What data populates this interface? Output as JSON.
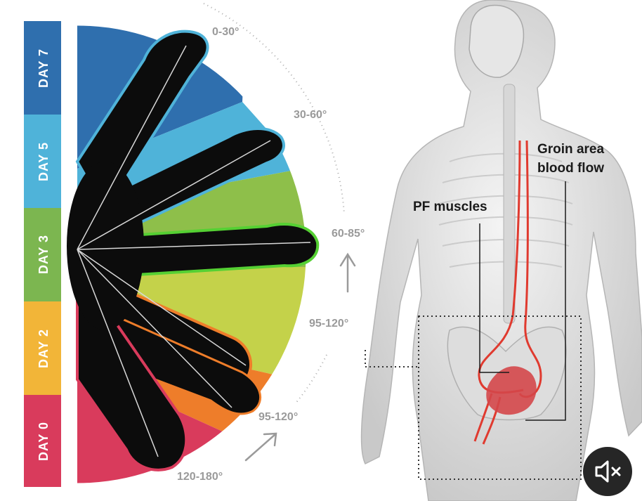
{
  "timeline": {
    "days": [
      {
        "label": "DAY 7",
        "color": "#2f6fae"
      },
      {
        "label": "DAY 5",
        "color": "#4fb3d9"
      },
      {
        "label": "DAY 3",
        "color": "#7cb650"
      },
      {
        "label": "DAY 2",
        "color": "#f2b538"
      },
      {
        "label": "DAY 0",
        "color": "#d93b5c"
      }
    ]
  },
  "fan": {
    "sectors": [
      {
        "color": "#2f6fae"
      },
      {
        "color": "#4fb3d9"
      },
      {
        "color": "#8ebf4a"
      },
      {
        "color": "#c4d24a"
      },
      {
        "color": "#ee7d2a"
      },
      {
        "color": "#d93b5c"
      }
    ],
    "angle_labels": [
      "0-30°",
      "30-60°",
      "60-85°",
      "95-120°",
      "95-120°",
      "120-180°"
    ]
  },
  "anatomy": {
    "labels": {
      "pf_muscles": "PF muscles",
      "groin_line1": "Groin area",
      "groin_line2": "blood flow"
    },
    "vessel_color": "#e03a2f"
  },
  "controls": {
    "mute_icon": "speaker-muted-icon"
  }
}
